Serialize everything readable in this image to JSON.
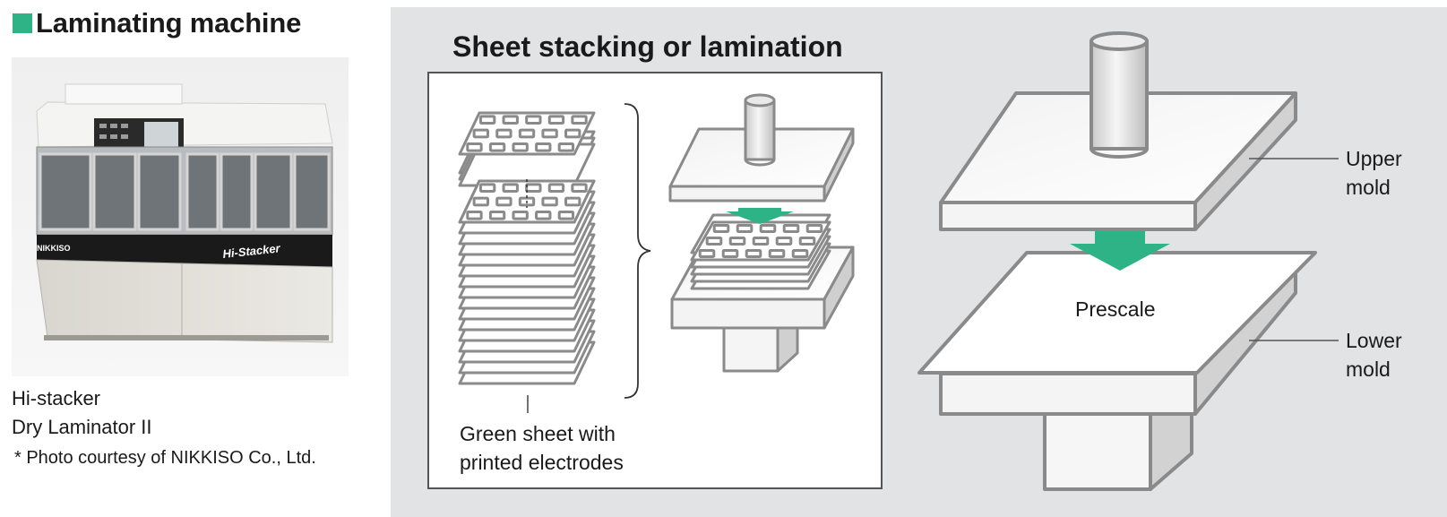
{
  "header": {
    "title": "Laminating machine"
  },
  "photo": {
    "panel_label": "NIKKISO",
    "machine_label": "Hi-Stacker",
    "caption_line1": "Hi-stacker",
    "caption_line2": "Dry Laminator II",
    "credit": "* Photo courtesy of NIKKISO Co., Ltd."
  },
  "diagram": {
    "title": "Sheet stacking or lamination",
    "stack_label_line1": "Green sheet with",
    "stack_label_line2": "printed electrodes",
    "upper_mold_line1": "Upper",
    "upper_mold_line2": "mold",
    "lower_mold_line1": "Lower",
    "lower_mold_line2": "mold",
    "prescale_label": "Prescale"
  },
  "colors": {
    "accent_green": "#2db386",
    "panel_bg": "#e2e3e5",
    "outline": "#8a8a8a"
  }
}
